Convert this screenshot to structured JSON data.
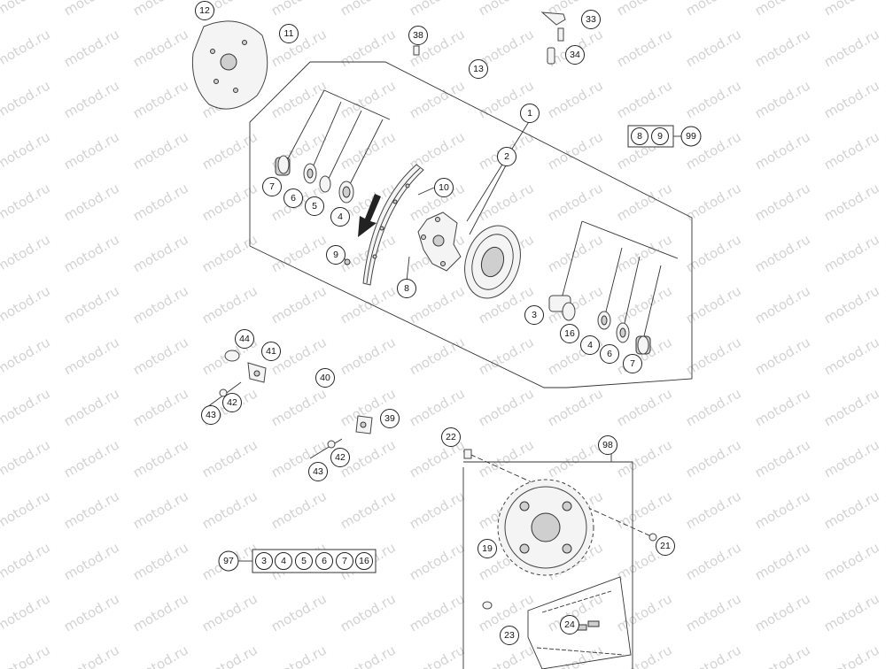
{
  "watermark": "motod.ru",
  "callouts": [
    "1",
    "2",
    "3",
    "4",
    "4",
    "5",
    "6",
    "6",
    "7",
    "7",
    "8",
    "9",
    "10",
    "11",
    "12",
    "13",
    "16",
    "19",
    "21",
    "22",
    "23",
    "24",
    "33",
    "34",
    "38",
    "39",
    "40",
    "41",
    "42",
    "42",
    "43",
    "43",
    "44",
    "98"
  ],
  "kits": [
    {
      "label": "99",
      "items": [
        "8",
        "9"
      ]
    },
    {
      "label": "97",
      "items": [
        "3",
        "4",
        "5",
        "6",
        "7",
        "16"
      ]
    }
  ]
}
